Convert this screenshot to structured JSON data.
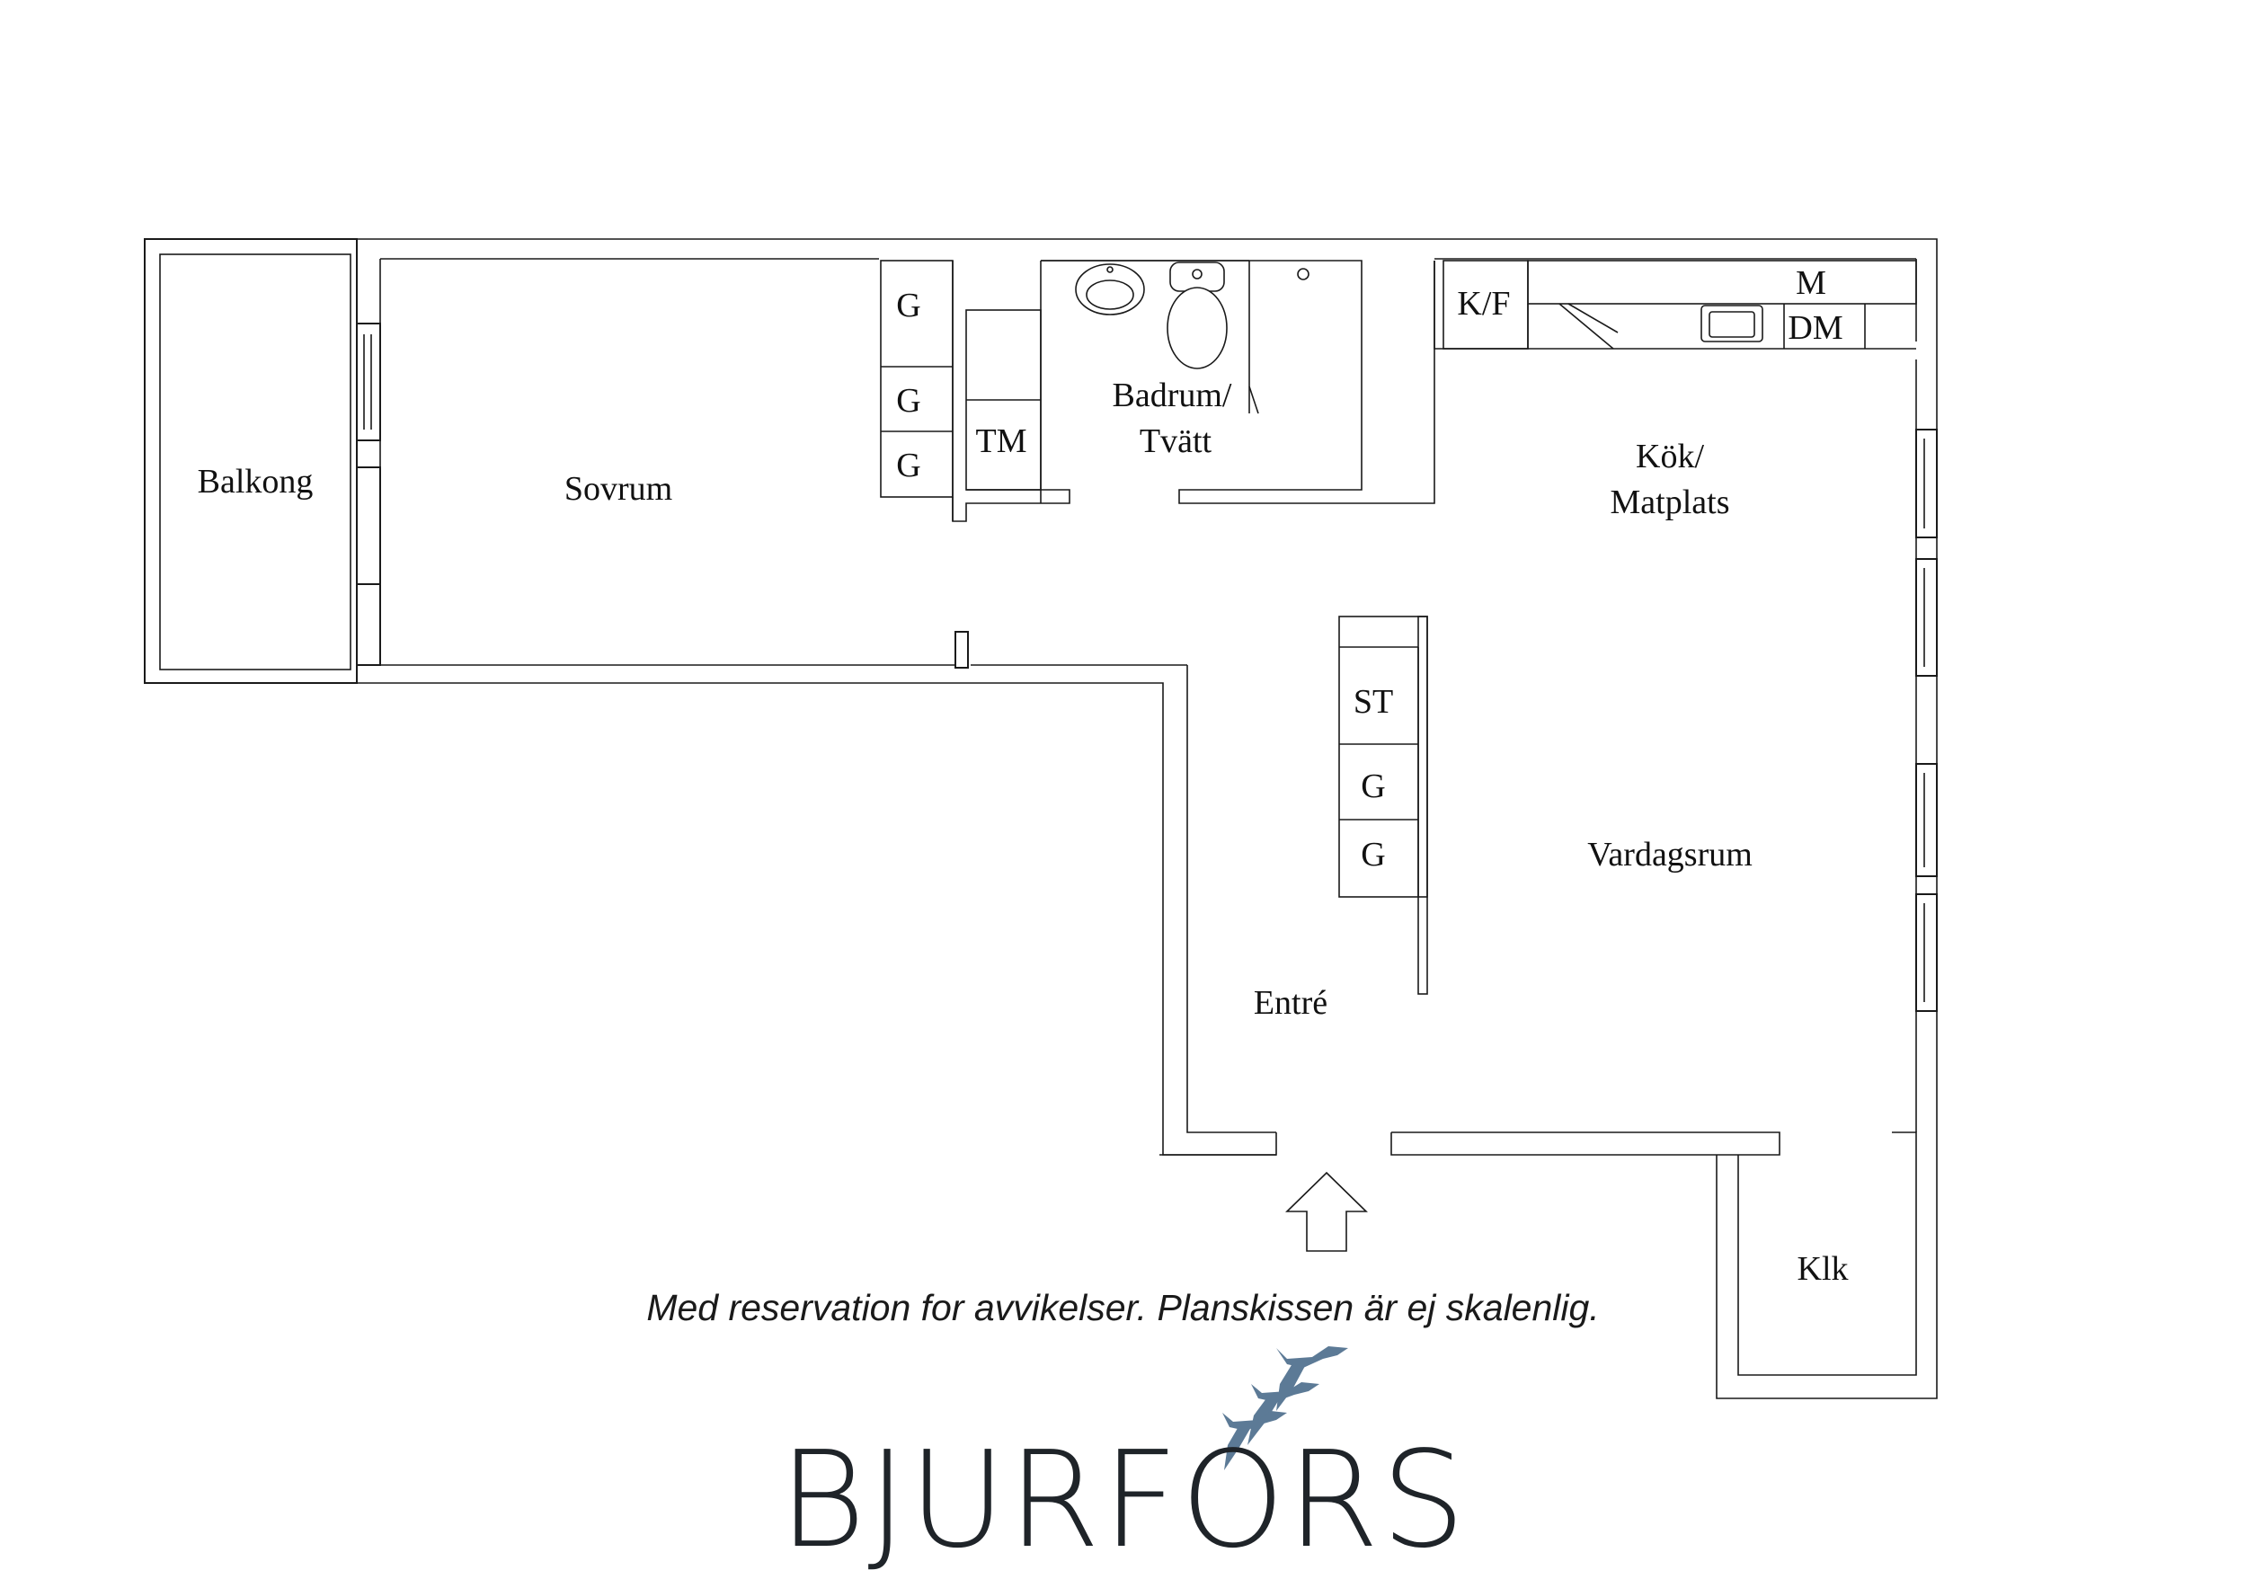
{
  "rooms": {
    "balkong": "Balkong",
    "sovrum": "Sovrum",
    "badrum_line1": "Badrum/",
    "badrum_line2": "Tvätt",
    "kok_line1": "Kök/",
    "kok_line2": "Matplats",
    "vardagsrum": "Vardagsrum",
    "entre": "Entré",
    "klk": "Klk"
  },
  "fixtures": {
    "g": "G",
    "tm": "TM",
    "kf": "K/F",
    "m": "M",
    "dm": "DM",
    "st": "ST"
  },
  "disclaimer": "Med reservation for avvikelser. Planskissen är ej skalenlig.",
  "brand": {
    "name": "BJURFORS",
    "color": "#1f2429",
    "logo_color": "#5c7a96"
  }
}
